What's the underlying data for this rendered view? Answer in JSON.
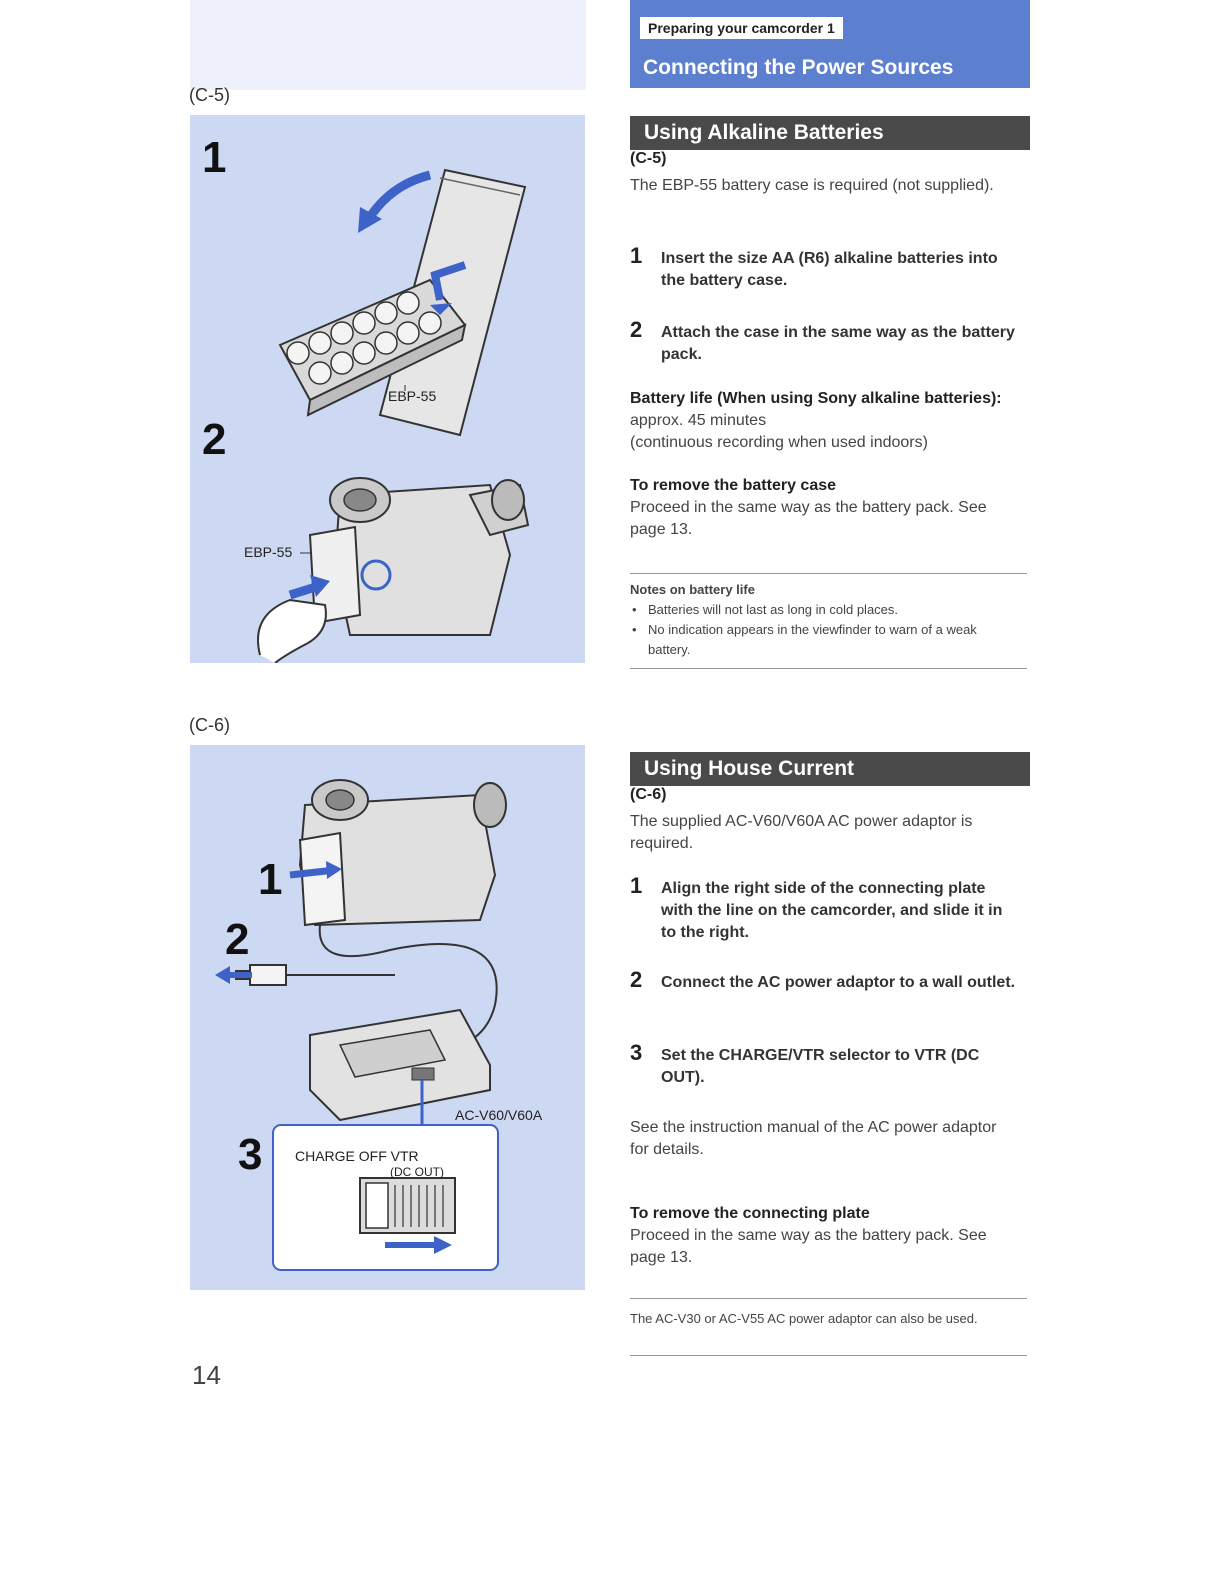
{
  "left": {
    "fig_c5_label": "(C-5)",
    "fig_c6_label": "(C-6)",
    "c5_step1": "1",
    "c5_step2": "2",
    "c5_callout_top": "EBP-55",
    "c5_callout_side": "EBP-55",
    "c6_step1": "1",
    "c6_step2": "2",
    "c6_step3": "3",
    "c6_adaptor": "AC-V60/V60A",
    "c6_switch_label": "CHARGE OFF VTR",
    "c6_switch_sub": "(DC OUT)",
    "page_number": "14"
  },
  "header": {
    "breadcrumb": "Preparing your camcorder 1",
    "title": "Connecting the Power Sources"
  },
  "alkaline": {
    "title": "Using Alkaline Batteries",
    "ref": "(C-5)",
    "intro": "The EBP-55 battery case is required (not supplied).",
    "steps": [
      {
        "n": "1",
        "text": "Insert the size AA (R6) alkaline batteries into the battery case."
      },
      {
        "n": "2",
        "text": "Attach the case in the same way as the battery pack."
      }
    ],
    "life_label": "Battery life (When using Sony alkaline batteries):",
    "life_value": " approx. 45 minutes",
    "life_note": "(continuous recording when used indoors)",
    "remove_heading": "To remove the battery case",
    "remove_text": "Proceed in the same way as the battery pack. See page 13.",
    "notes_heading": "Notes on battery life",
    "notes": [
      "Batteries will not last as long in cold places.",
      "No indication appears in the viewfinder to warn of a weak battery."
    ]
  },
  "house": {
    "title": "Using House Current",
    "ref": "(C-6)",
    "intro": "The supplied AC-V60/V60A AC power adaptor is required.",
    "steps": [
      {
        "n": "1",
        "text": "Align the right side of the connecting plate with the line on the camcorder, and slide it in to the right."
      },
      {
        "n": "2",
        "text": "Connect the AC power adaptor to a wall outlet."
      },
      {
        "n": "3",
        "text": "Set the CHARGE/VTR selector to VTR (DC OUT)."
      }
    ],
    "detail": "See the instruction manual of the AC power adaptor for details.",
    "remove_heading": "To remove the connecting plate",
    "remove_text": "Proceed in the same way as the battery pack. See page 13.",
    "footnote": "The AC-V30 or AC-V55 AC power adaptor can also be used."
  }
}
